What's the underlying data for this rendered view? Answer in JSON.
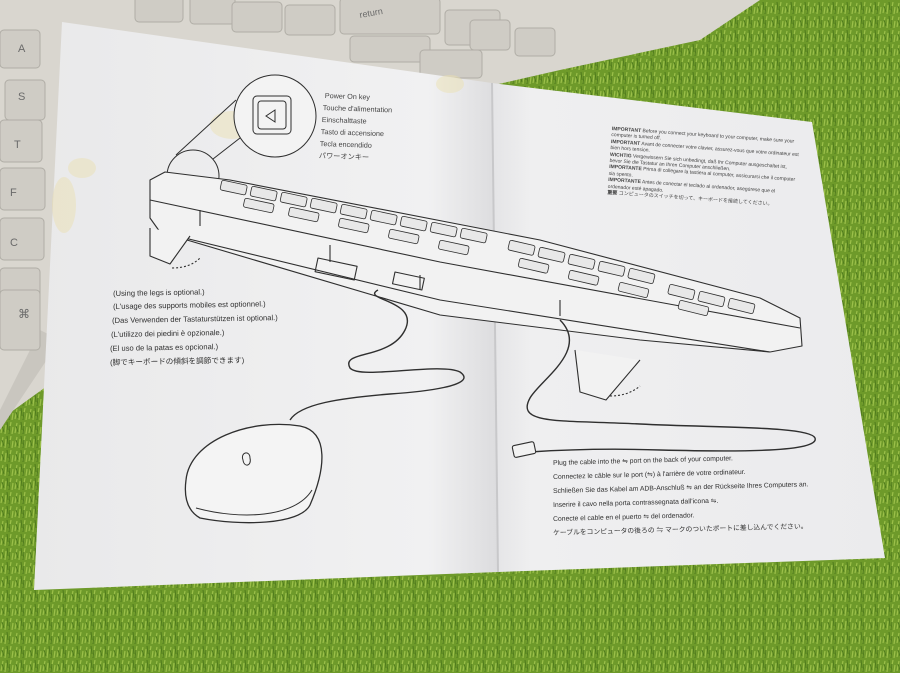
{
  "power_key": {
    "lines": [
      "Power On key",
      "Touche d'alimentation",
      "Einschalttaste",
      "Tasto di accensione",
      "Tecla encendido",
      "パワーオンキー"
    ]
  },
  "legs_note": {
    "lines": [
      "(Using the legs is optional.)",
      "(L'usage des supports mobiles est optionnel.)",
      "(Das Verwenden der Tastaturstützen ist optional.)",
      "(L'utilizzo dei piedini è opzionale.)",
      "(El uso de la patas es opcional.)",
      "(脚でキーボードの傾斜を調節できます)"
    ]
  },
  "important": [
    {
      "head": "IMPORTANT",
      "text": "Before you connect your keyboard to your computer, make sure your computer is turned off."
    },
    {
      "head": "IMPORTANT",
      "text": "Avant de connecter votre clavier, assurez-vous que votre ordinateur est bien hors tension."
    },
    {
      "head": "WICHTIG",
      "text": "Vergewissern Sie sich unbedingt, daß Ihr Computer ausgeschaltet ist, bevor Sie die Tastatur an Ihren Computer anschließen."
    },
    {
      "head": "IMPORTANTE",
      "text": "Prima di collegare la tastiera al computer, assicurarsi che il computer sia spento."
    },
    {
      "head": "IMPORTANTE",
      "text": "Antes de conectar el teclado al ordenador, asegúrese que el ordenador esté apagado."
    },
    {
      "head": "重要",
      "text": "コンピュータのスイッチを切って、キーボードを接続してください。"
    }
  ],
  "plug_note": {
    "lines": [
      "Plug the cable into the ⇋ port on the back of your computer.",
      "Connectez le câble sur le port (⇋) à l'arrière de votre ordinateur.",
      "Schließen Sie das Kabel am ADB-Anschluß ⇋ an der Rückseite Ihres Computers an.",
      "Inserire il cavo nella porta contrassegnata dall'icona ⇋.",
      "Conecte el cable en el puerto ⇋ del ordenador.",
      "ケーブルをコンピュータの後ろの ⇋ マークのついたポートに差し込んでください。"
    ]
  },
  "keycaps": {
    "labels": [
      "return",
      "A",
      "S",
      "F",
      "T",
      "C",
      "⌘"
    ]
  },
  "colors": {
    "carpet": "#6f9a2c",
    "paper": "#efefef",
    "keyboard_case": "#dedbd4",
    "ink": "#2f2f2f"
  }
}
